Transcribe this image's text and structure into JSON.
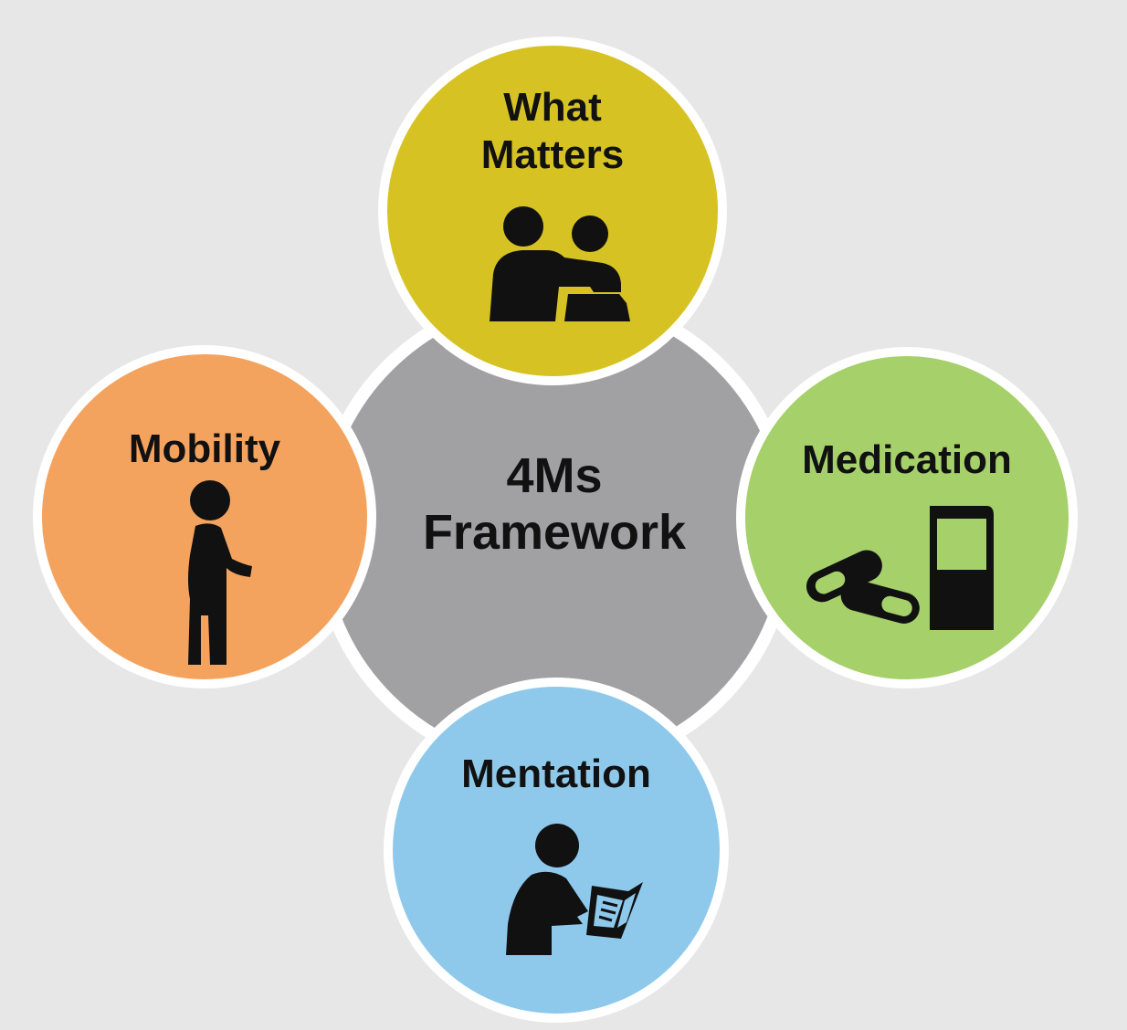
{
  "diagram": {
    "center": {
      "title": "4Ms\nFramework",
      "color": "#a1a1a4"
    },
    "nodes": [
      {
        "id": "what-matters",
        "label": "What\nMatters",
        "icon": "people-embrace-icon",
        "color": "#d6c323"
      },
      {
        "id": "mobility",
        "label": "Mobility",
        "icon": "walking-person-icon",
        "color": "#f4a35e"
      },
      {
        "id": "medication",
        "label": "Medication",
        "icon": "pills-and-glass-icon",
        "color": "#a5d06a"
      },
      {
        "id": "mentation",
        "label": "Mentation",
        "icon": "person-reading-icon",
        "color": "#8ec9ec"
      }
    ]
  }
}
